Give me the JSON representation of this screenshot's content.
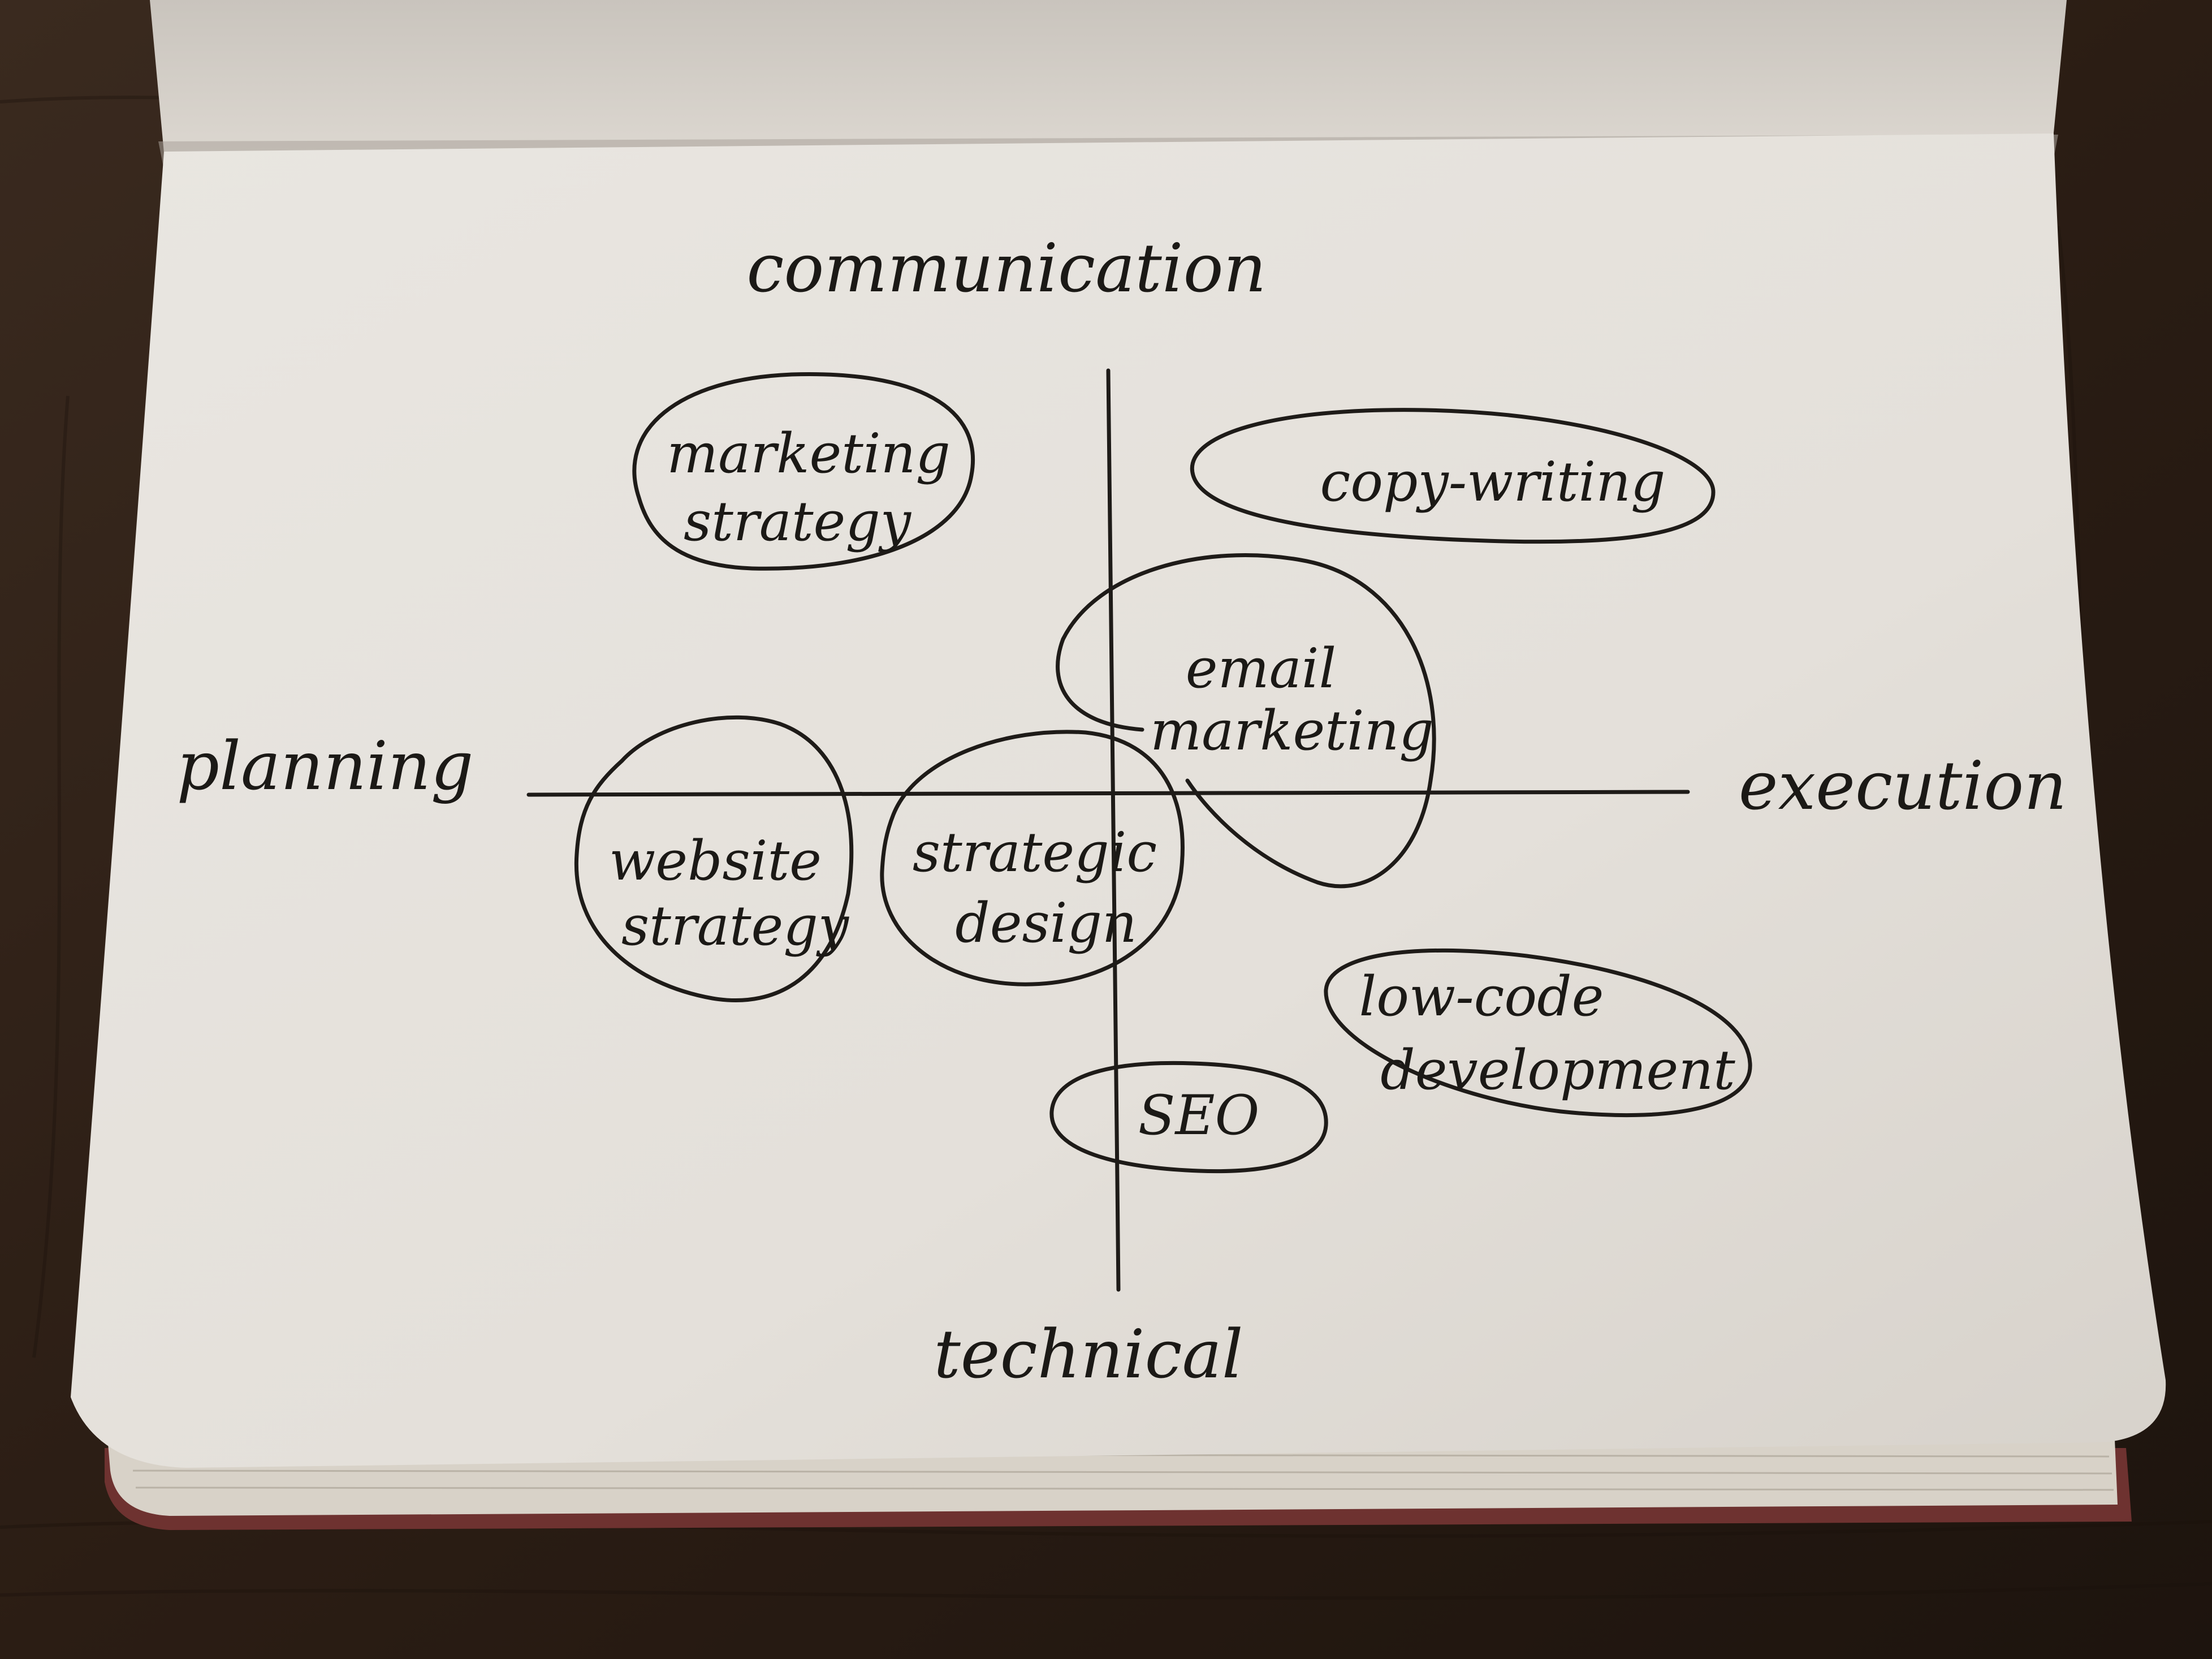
{
  "diagram": {
    "type": "quadrant-map",
    "axes": {
      "top": "communication",
      "bottom": "technical",
      "left": "planning",
      "right": "execution"
    },
    "bubbles": [
      {
        "id": "marketing-strategy",
        "lines": [
          "marketing",
          "strategy"
        ]
      },
      {
        "id": "copy-writing",
        "lines": [
          "copy-writing"
        ]
      },
      {
        "id": "email-marketing",
        "lines": [
          "email",
          "marketing"
        ]
      },
      {
        "id": "website-strategy",
        "lines": [
          "website",
          "strategy"
        ]
      },
      {
        "id": "strategic-design",
        "lines": [
          "strategic",
          "design"
        ]
      },
      {
        "id": "low-code-development",
        "lines": [
          "low-code",
          "development"
        ]
      },
      {
        "id": "seo",
        "lines": [
          "SEO"
        ]
      }
    ]
  },
  "colors": {
    "ink": "#1e1b18",
    "paper": "#e6e2dc",
    "table": "#2a1d14",
    "notebook_cover": "#6e3230"
  }
}
